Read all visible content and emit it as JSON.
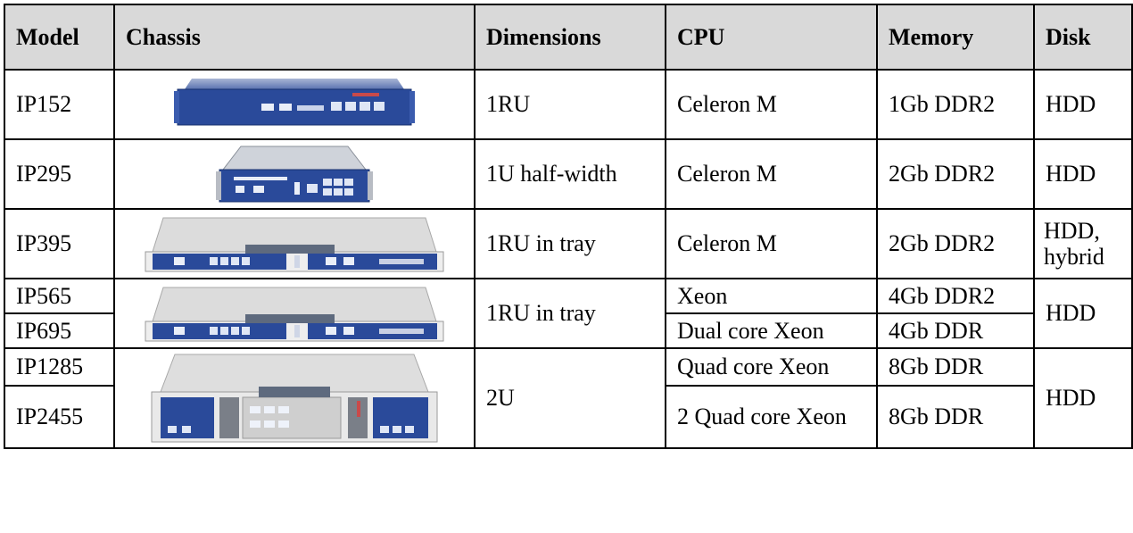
{
  "table": {
    "headers": {
      "model": "Model",
      "chassis": "Chassis",
      "dimensions": "Dimensions",
      "cpu": "CPU",
      "memory": "Memory",
      "disk": "Disk"
    },
    "rows": [
      {
        "model": "IP152",
        "chassis_image": "blue-1ru-appliance",
        "dimensions": "1RU",
        "cpu": "Celeron M",
        "memory": "1Gb DDR2",
        "disk": "HDD"
      },
      {
        "model": "IP295",
        "chassis_image": "blue-half-width-appliance",
        "dimensions": "1U half-width",
        "cpu": "Celeron M",
        "memory": "2Gb DDR2",
        "disk": "HDD"
      },
      {
        "model": "IP395",
        "chassis_image": "silver-1ru-tray-appliance",
        "dimensions": "1RU in tray",
        "cpu": "Celeron M",
        "memory": "2Gb DDR2",
        "disk": "HDD, hybrid"
      },
      {
        "model": "IP565",
        "chassis_image": "silver-1ru-tray-appliance",
        "dimensions": "1RU in tray",
        "cpu": "Xeon",
        "memory": "4Gb DDR2",
        "disk": "HDD"
      },
      {
        "model": "IP695",
        "cpu": "Dual core Xeon",
        "memory": "4Gb DDR"
      },
      {
        "model": "IP1285",
        "chassis_image": "silver-2u-appliance",
        "dimensions": "2U",
        "cpu": "Quad core Xeon",
        "memory": "8Gb DDR",
        "disk": "HDD"
      },
      {
        "model": "IP2455",
        "cpu": "2 Quad core Xeon",
        "memory": "8Gb DDR"
      }
    ]
  },
  "colors": {
    "header_bg": "#d9d9d9",
    "appliance_blue": "#2a4a9a",
    "appliance_silver": "#d8d8d8",
    "border": "#000000"
  }
}
